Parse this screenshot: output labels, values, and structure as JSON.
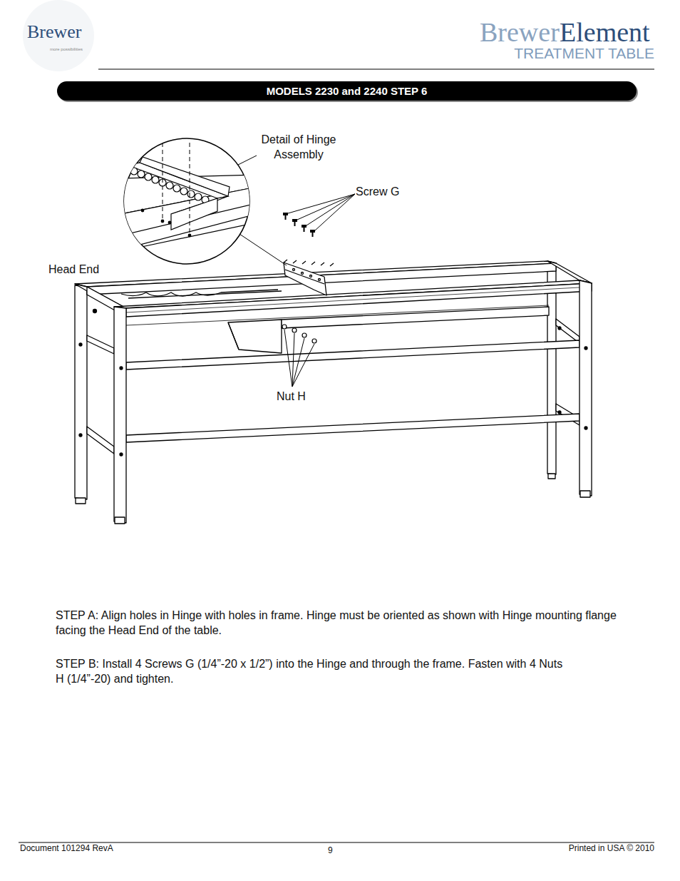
{
  "diagram": {
    "title": "MODELS 2230 and 2240 STEP 6",
    "labels": [
      "Brewer",
      "more possibilities",
      "Brewer",
      "Element",
      "TREATMENT TABLE",
      "Detail of Hinge Assembly",
      "Screw G",
      "Head End",
      "Nut H",
      "STEP A:  Align holes in Hinge with holes in frame. Hinge must be oriented as shown with Hinge mounting flange facing the Head End of the table.",
      "STEP B:  Install 4 Screws G (1/4”-20 x 1/2”) into the Hinge and through the frame. Fasten with 4 Nuts H (1/4”-20) and tighten.",
      "Document 101294 RevA",
      "9",
      "Printed in USA © 2010"
    ]
  }
}
